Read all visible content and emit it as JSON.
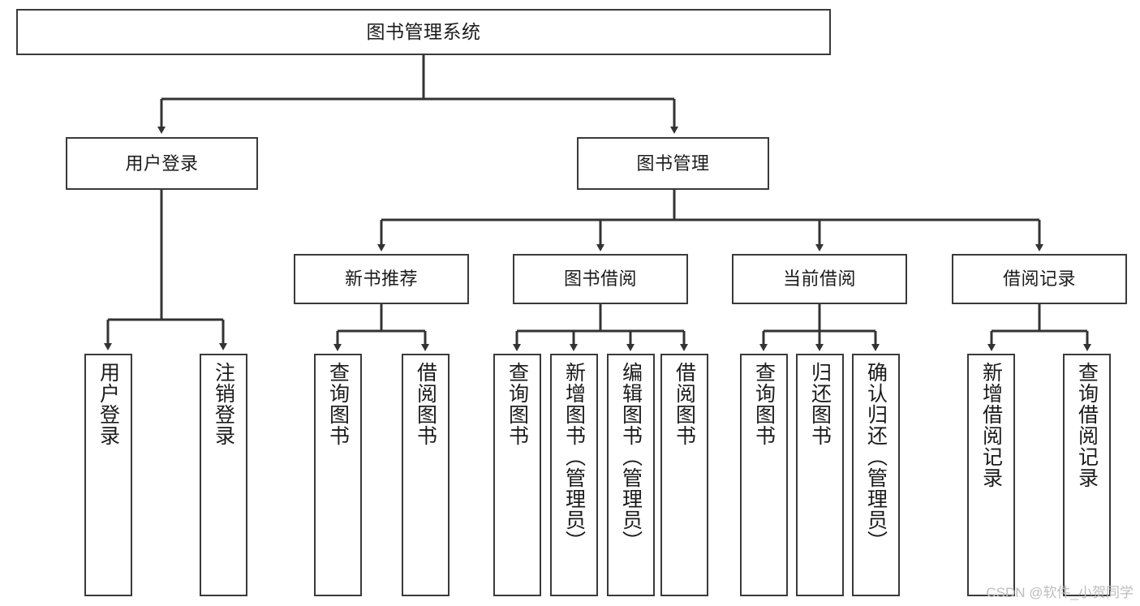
{
  "diagram": {
    "title": "图书管理系统",
    "watermark": "CSDN @软件_小贺同学",
    "colors": {
      "box_border": "#3a3a3a",
      "box_fill": "#ffffff",
      "connector": "#333333",
      "text": "#1b1b1b",
      "watermark": "#bdbdbd"
    },
    "root": {
      "label": "图书管理系统"
    },
    "level2": [
      {
        "label": "用户登录"
      },
      {
        "label": "图书管理"
      }
    ],
    "level3": [
      {
        "label": "新书推荐"
      },
      {
        "label": "图书借阅"
      },
      {
        "label": "当前借阅"
      },
      {
        "label": "借阅记录"
      }
    ],
    "leaves": {
      "user_login": [
        {
          "label": "用户登录"
        },
        {
          "label": "注销登录"
        }
      ],
      "new_book_recommend": [
        {
          "label": "查询图书"
        },
        {
          "label": "借阅图书"
        }
      ],
      "book_borrow": [
        {
          "label": "查询图书"
        },
        {
          "label": "新增图书（管理员）"
        },
        {
          "label": "编辑图书（管理员）"
        },
        {
          "label": "借阅图书"
        }
      ],
      "current_borrow": [
        {
          "label": "查询图书"
        },
        {
          "label": "归还图书"
        },
        {
          "label": "确认归还（管理员）"
        }
      ],
      "borrow_record": [
        {
          "label": "新增借阅记录"
        },
        {
          "label": "查询借阅记录"
        }
      ]
    }
  }
}
